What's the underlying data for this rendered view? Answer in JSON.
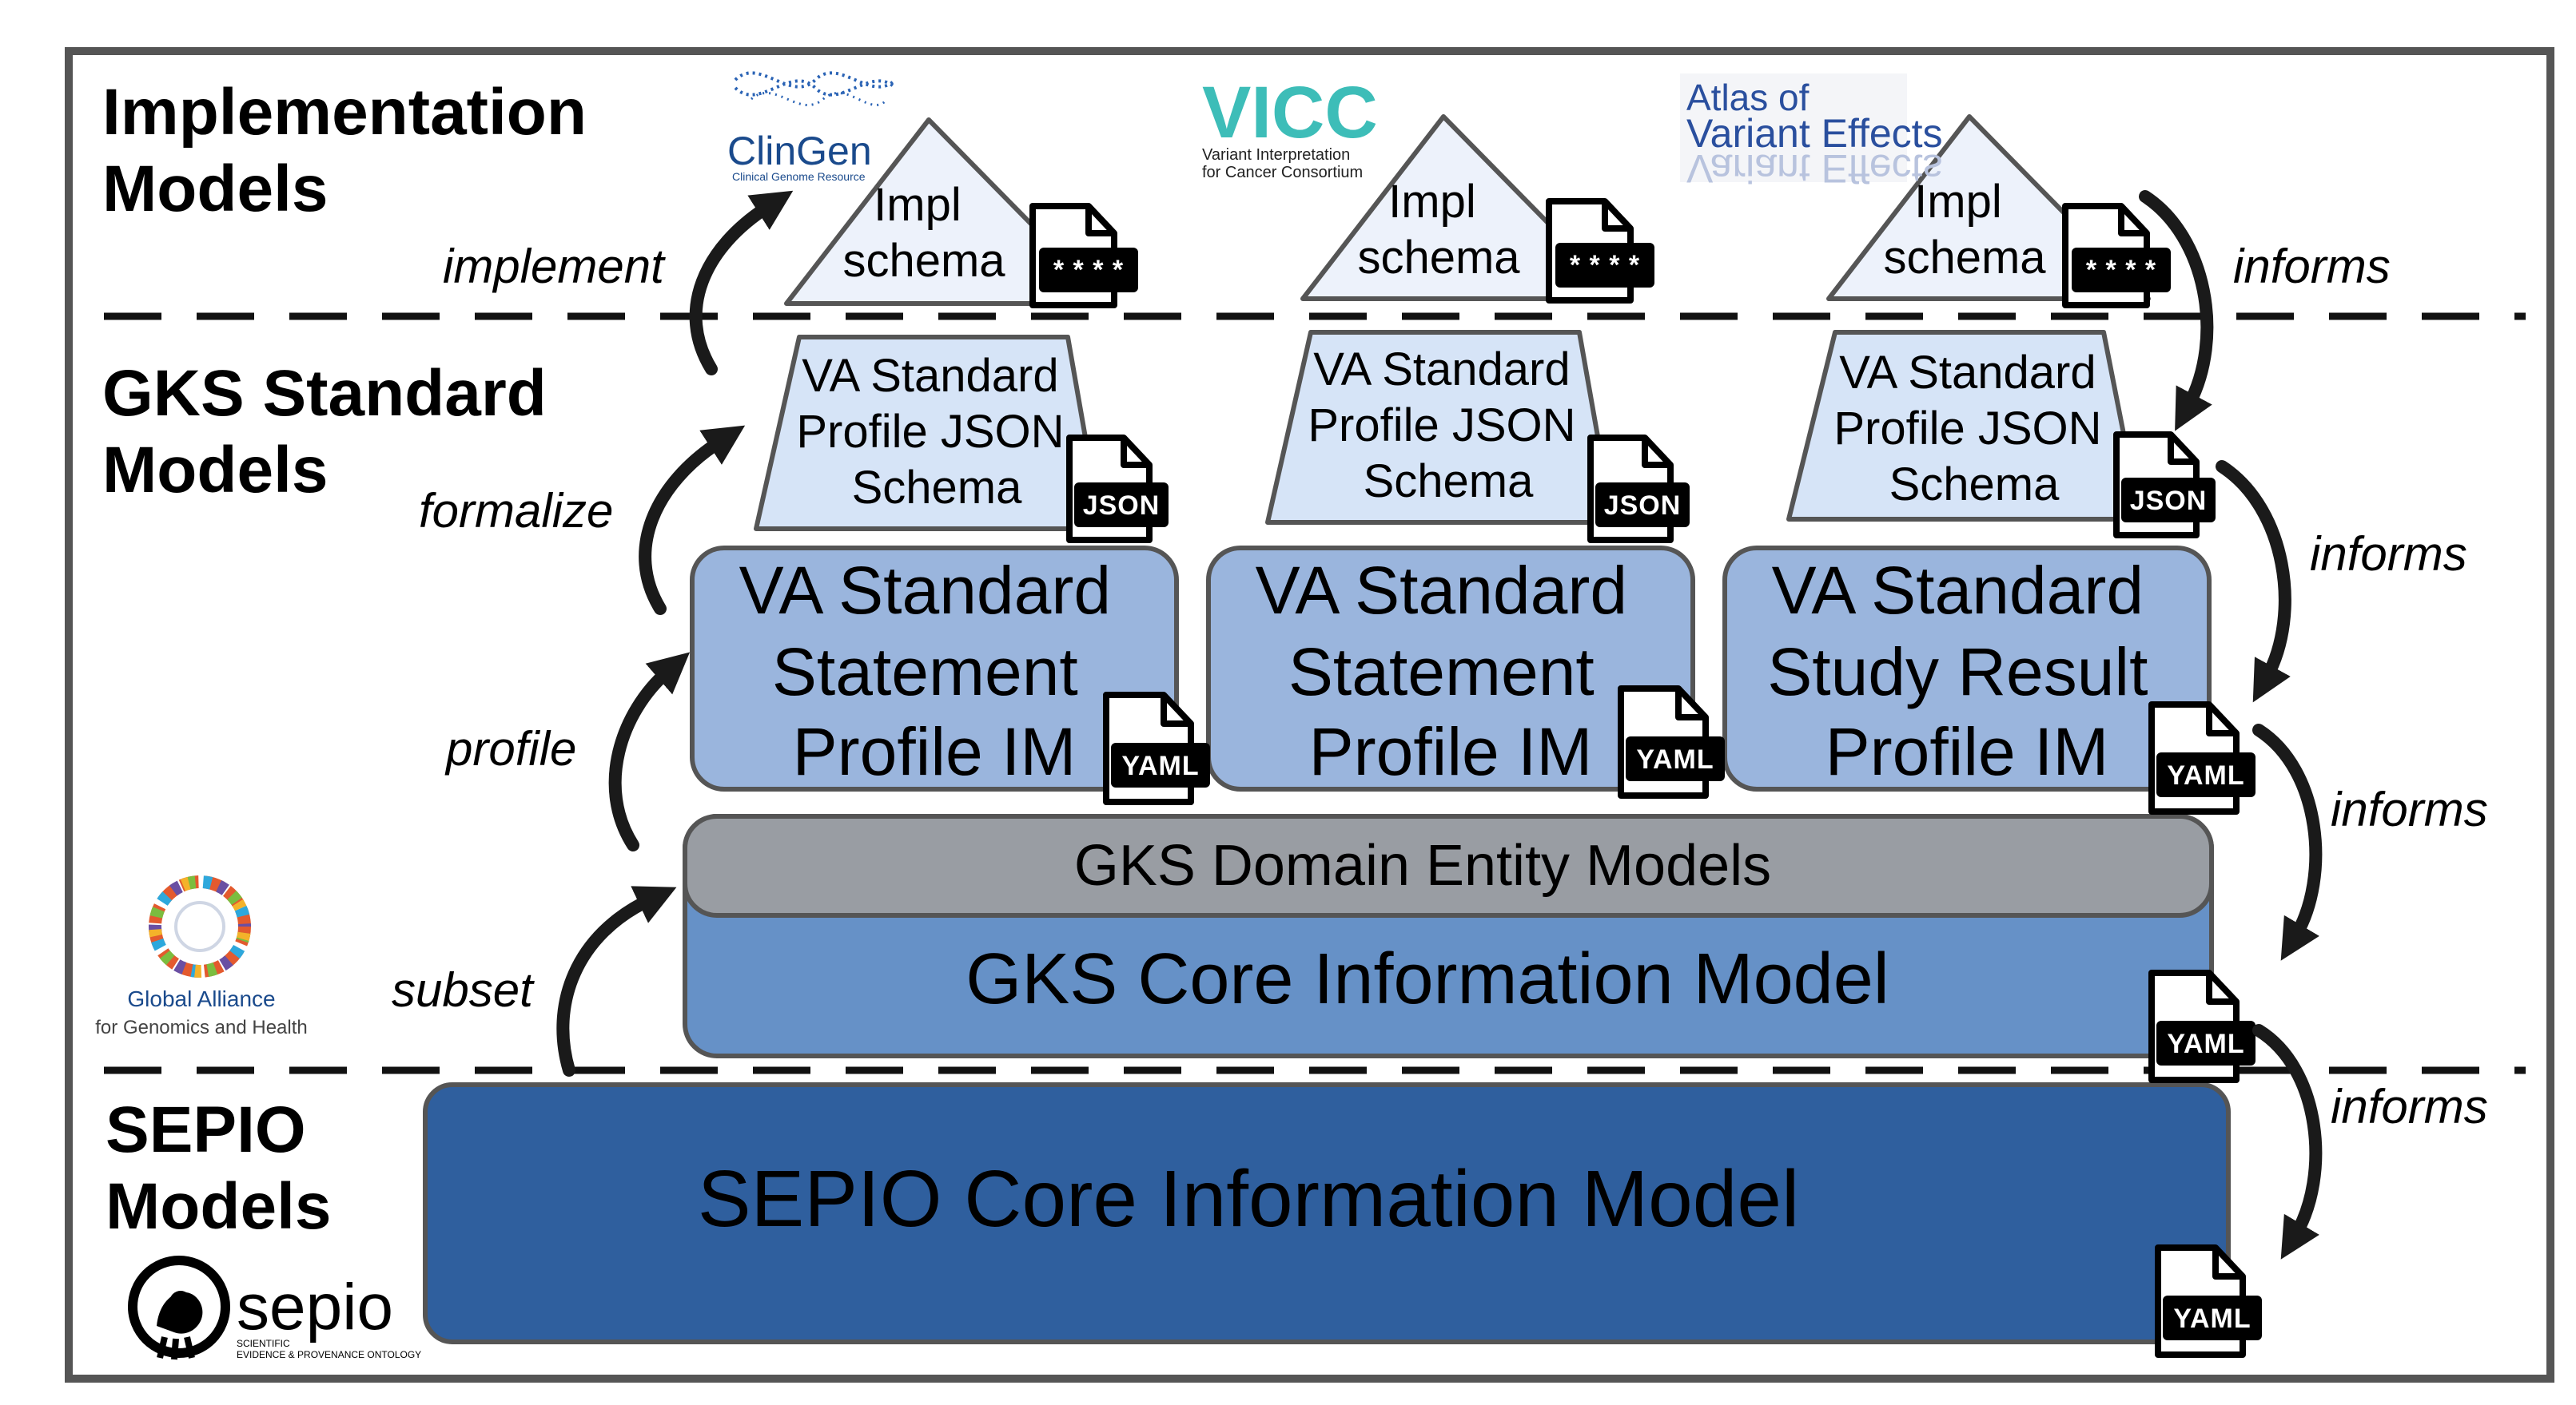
{
  "layers": {
    "implementation": [
      "Implementation",
      "Models"
    ],
    "gks": [
      "GKS Standard",
      "Models"
    ],
    "sepio": [
      "SEPIO",
      "Models"
    ]
  },
  "verbs": {
    "implement": "implement",
    "formalize": "formalize",
    "profile": "profile",
    "subset": "subset",
    "informs": "informs"
  },
  "impl_schemas": [
    {
      "lines": [
        "Impl",
        "schema"
      ],
      "badge": "* * * *"
    },
    {
      "lines": [
        "Impl",
        "schema"
      ],
      "badge": "* * * *"
    },
    {
      "lines": [
        "Impl",
        "schema"
      ],
      "badge": "* * * *"
    }
  ],
  "json_schemas": [
    {
      "lines": [
        "VA Standard",
        "Profile JSON",
        "Schema"
      ],
      "badge": "JSON"
    },
    {
      "lines": [
        "VA Standard",
        "Profile JSON",
        "Schema"
      ],
      "badge": "JSON"
    },
    {
      "lines": [
        "VA Standard",
        "Profile JSON",
        "Schema"
      ],
      "badge": "JSON"
    }
  ],
  "profile_ims": [
    {
      "lines": [
        "VA Standard",
        "Statement",
        "Profile IM"
      ],
      "badge": "YAML"
    },
    {
      "lines": [
        "VA Standard",
        "Statement",
        "Profile IM"
      ],
      "badge": "YAML"
    },
    {
      "lines": [
        "VA Standard",
        "Study Result",
        "Profile IM"
      ],
      "badge": "YAML"
    }
  ],
  "domain_entity": "GKS Domain Entity Models",
  "gks_core": {
    "label": "GKS Core Information Model",
    "badge": "YAML"
  },
  "sepio_core": {
    "label": "SEPIO Core Information Model",
    "badge": "YAML"
  },
  "logos": {
    "clingen": {
      "name": "ClinGen",
      "sub": "Clinical Genome Resource"
    },
    "vicc": {
      "name": "VICC",
      "sub1": "Variant Interpretation",
      "sub2": "for Cancer Consortium"
    },
    "ave": {
      "line1": "Atlas of",
      "line2": "Variant Effects",
      "mirror": "Variant Effects"
    },
    "ga4gh": {
      "line1": "Global Alliance",
      "line2": "for Genomics and Health"
    },
    "sepio": {
      "name": "sepio",
      "sub1": "SCIENTIFIC",
      "sub2": "EVIDENCE & PROVENANCE ONTOLOGY"
    }
  },
  "colors": {
    "frame": "#555555",
    "impl_fill": "#edf2fb",
    "json_fill": "#d6e4f7",
    "profile_fill": "#9ab5dd",
    "domain_fill": "#999da3",
    "gks_core_fill": "#6691c7",
    "sepio_fill": "#2f5f9e",
    "vicc_teal": "#3dbdb8"
  }
}
